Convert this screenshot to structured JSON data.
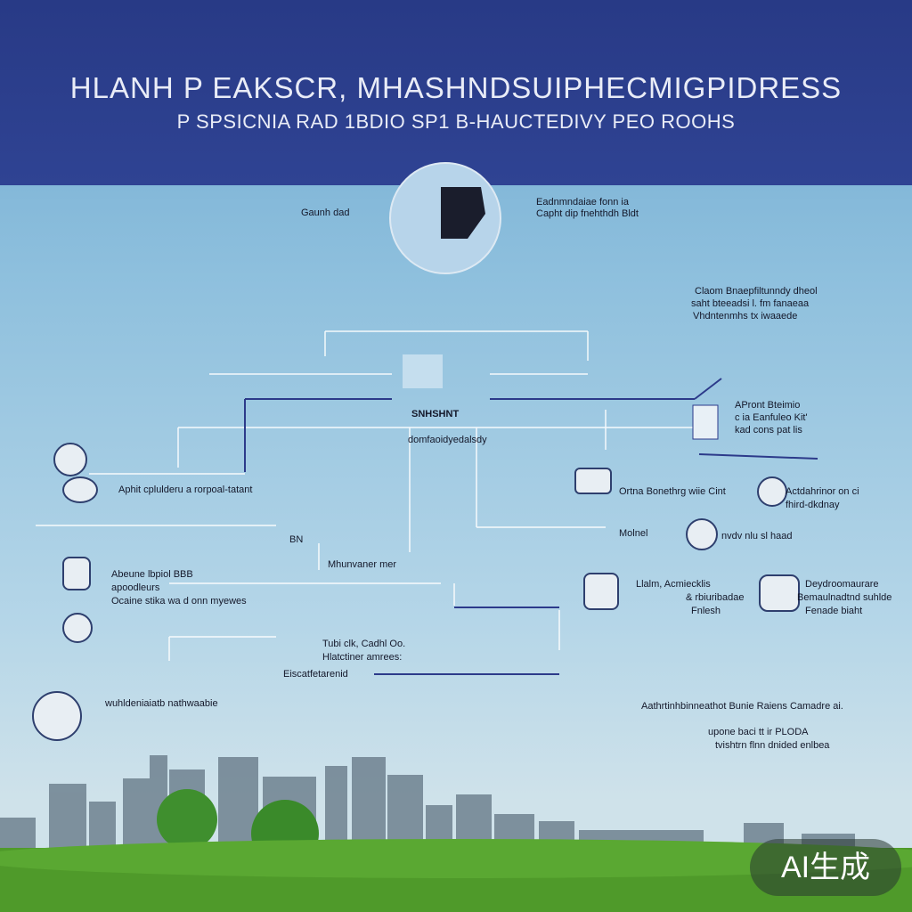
{
  "header": {
    "title": "HLANH P EAKSCR, MHASHNDSUIPHECMIGPIDRESS",
    "subtitle": "P SPSICNIA RAD 1BDIO SP1 B-HAUCTEDIVY PEO ROOHS"
  },
  "labels": {
    "top_left": "Gaunh dad",
    "top_right_1": "Eadnmndaiae fonn ia",
    "top_right_2": "Capht dip fnehthdh Bldt",
    "right_block_1": "Claom Bnaepfiltunndy dheol",
    "right_block_2": "saht bteeadsi l. fm fanaeaa",
    "right_block_3": "Vhdntenmhs tx iwaaede",
    "center_head": "SNHSHNT",
    "center_sub": "domfaoidyedalsdy",
    "right_mid_1": "APront Bteimio",
    "right_mid_2": "c ia Eanfuleo Kit'",
    "right_mid_3": "kad cons pat lis",
    "left_1": "Aphit cplulderu a rorpoal-tatant",
    "right_row_1": "Ortna Bonethrg wiie Cint",
    "right_row_1b_1": "Actdahrinor on ci",
    "right_row_1b_2": "fhird-dkdnay",
    "mid_small": "BN",
    "mid_right_1": "Molnel",
    "mid_right_2": "nvdv nlu sl haad",
    "left_2_1": "Abeune lbpiol BBB",
    "left_2_2": "apoodleurs",
    "left_2_3": "Ocaine stika wa d onn myewes",
    "center_low": "Mhunvaner mer",
    "right_low_1": "Llalm, Acmiecklis",
    "right_low_2": "& rbiuribadae",
    "right_low_3": "Fnlesh",
    "right_low_4": "Deydroomaurare",
    "right_low_5": "Bemaulnadtnd suhlde",
    "right_low_6": "Fenade biaht",
    "center_bottom_1": "Tubi clk, Cadhl Oo.",
    "center_bottom_2": "Hlatctiner amrees:",
    "center_bottom_3": "Eiscatfetarenid",
    "bottom_left": "wuhldeniaiatb nathwaabie",
    "bottom_right_1": "Aathrtinhbinneathot Bunie Raiens Camadre ai.",
    "bottom_right_2": "upone baci tt ir PLODA",
    "bottom_right_3": "tvishtrn flnn dnided enlbea"
  },
  "badge": {
    "text": "AI生成"
  },
  "colors": {
    "banner": "#2d4090",
    "sky": "#8dbfdd",
    "grass": "#4f9a2a",
    "accent_line": "#2c3a8a"
  }
}
